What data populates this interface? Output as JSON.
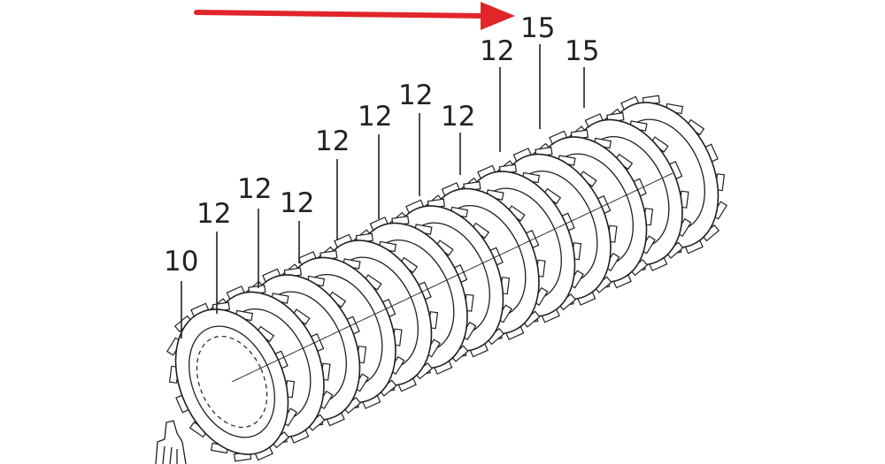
{
  "diagram": {
    "callouts": [
      {
        "id": "c10",
        "label": "10"
      },
      {
        "id": "c12a",
        "label": "12"
      },
      {
        "id": "c12b",
        "label": "12"
      },
      {
        "id": "c12c",
        "label": "12"
      },
      {
        "id": "c12d",
        "label": "12"
      },
      {
        "id": "c12e",
        "label": "12"
      },
      {
        "id": "c12f",
        "label": "12"
      },
      {
        "id": "c12g",
        "label": "12"
      },
      {
        "id": "c12h",
        "label": "12"
      },
      {
        "id": "c15a",
        "label": "15"
      },
      {
        "id": "c15b",
        "label": "15"
      }
    ],
    "colors": {
      "arrow": "#e0252b",
      "ink": "#1f1f1f",
      "background": "#ffffff"
    },
    "arrow_icon": "arrow-right-icon"
  }
}
